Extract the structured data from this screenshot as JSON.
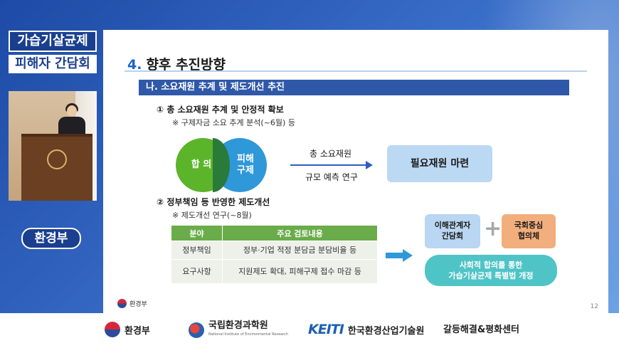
{
  "event": {
    "title_line1": "가습기살균제",
    "title_line2": "피해자 간담회",
    "speaker_org": "환경부"
  },
  "slide": {
    "heading_number": "4.",
    "heading_text": "향후 추진방향",
    "section": "나. 소요재원 추계 및 제도개선 추진",
    "item1": "① 총 소요재원 추계 및 안정적 확보",
    "item1_note": "※ 구제자금 소요 추계 분석(~6월) 등",
    "venn_left": "합 의",
    "venn_right_line1": "피해",
    "venn_right_line2": "구제",
    "arrow_top": "총 소요재원",
    "arrow_bottom": "규모 예측 연구",
    "result_box": "필요재원 마련",
    "item2": "② 정부책임 등 반영한 제도개선",
    "item2_note": "※ 제도개선 연구(~8월)",
    "table": {
      "headers": [
        "분야",
        "주요 검토내용"
      ],
      "rows": [
        [
          "정부책임",
          "정부·기업 적정 분담금 분담비율 등"
        ],
        [
          "요구사항",
          "지원제도 확대, 피해구제 접수 마감 등"
        ]
      ]
    },
    "stakeholder_line1": "이해관계자",
    "stakeholder_line2": "간담회",
    "plus": "+",
    "national_line1": "국회중심",
    "national_line2": "협의체",
    "law_line1": "사회적 합의를 통한",
    "law_line2": "가습기살균제 특별법 개정",
    "footer_logo": "환경부",
    "page_number": "12"
  },
  "sponsors": {
    "moe": "환경부",
    "nier": "국립환경과학원",
    "nier_en": "National Institute of Environmental Research",
    "keiti_mark": "KEITI",
    "keiti": "한국환경산업기술원",
    "center": "갈등해결&평화센터"
  },
  "colors": {
    "brand_blue": "#1a3f8f",
    "section_bar": "#2f58a8",
    "venn_green": "#5cb42a",
    "venn_blue": "#2e98d9",
    "table_header": "#6aac4a",
    "orange_box": "#f2ae7c",
    "teal_box": "#4fc4c7"
  }
}
